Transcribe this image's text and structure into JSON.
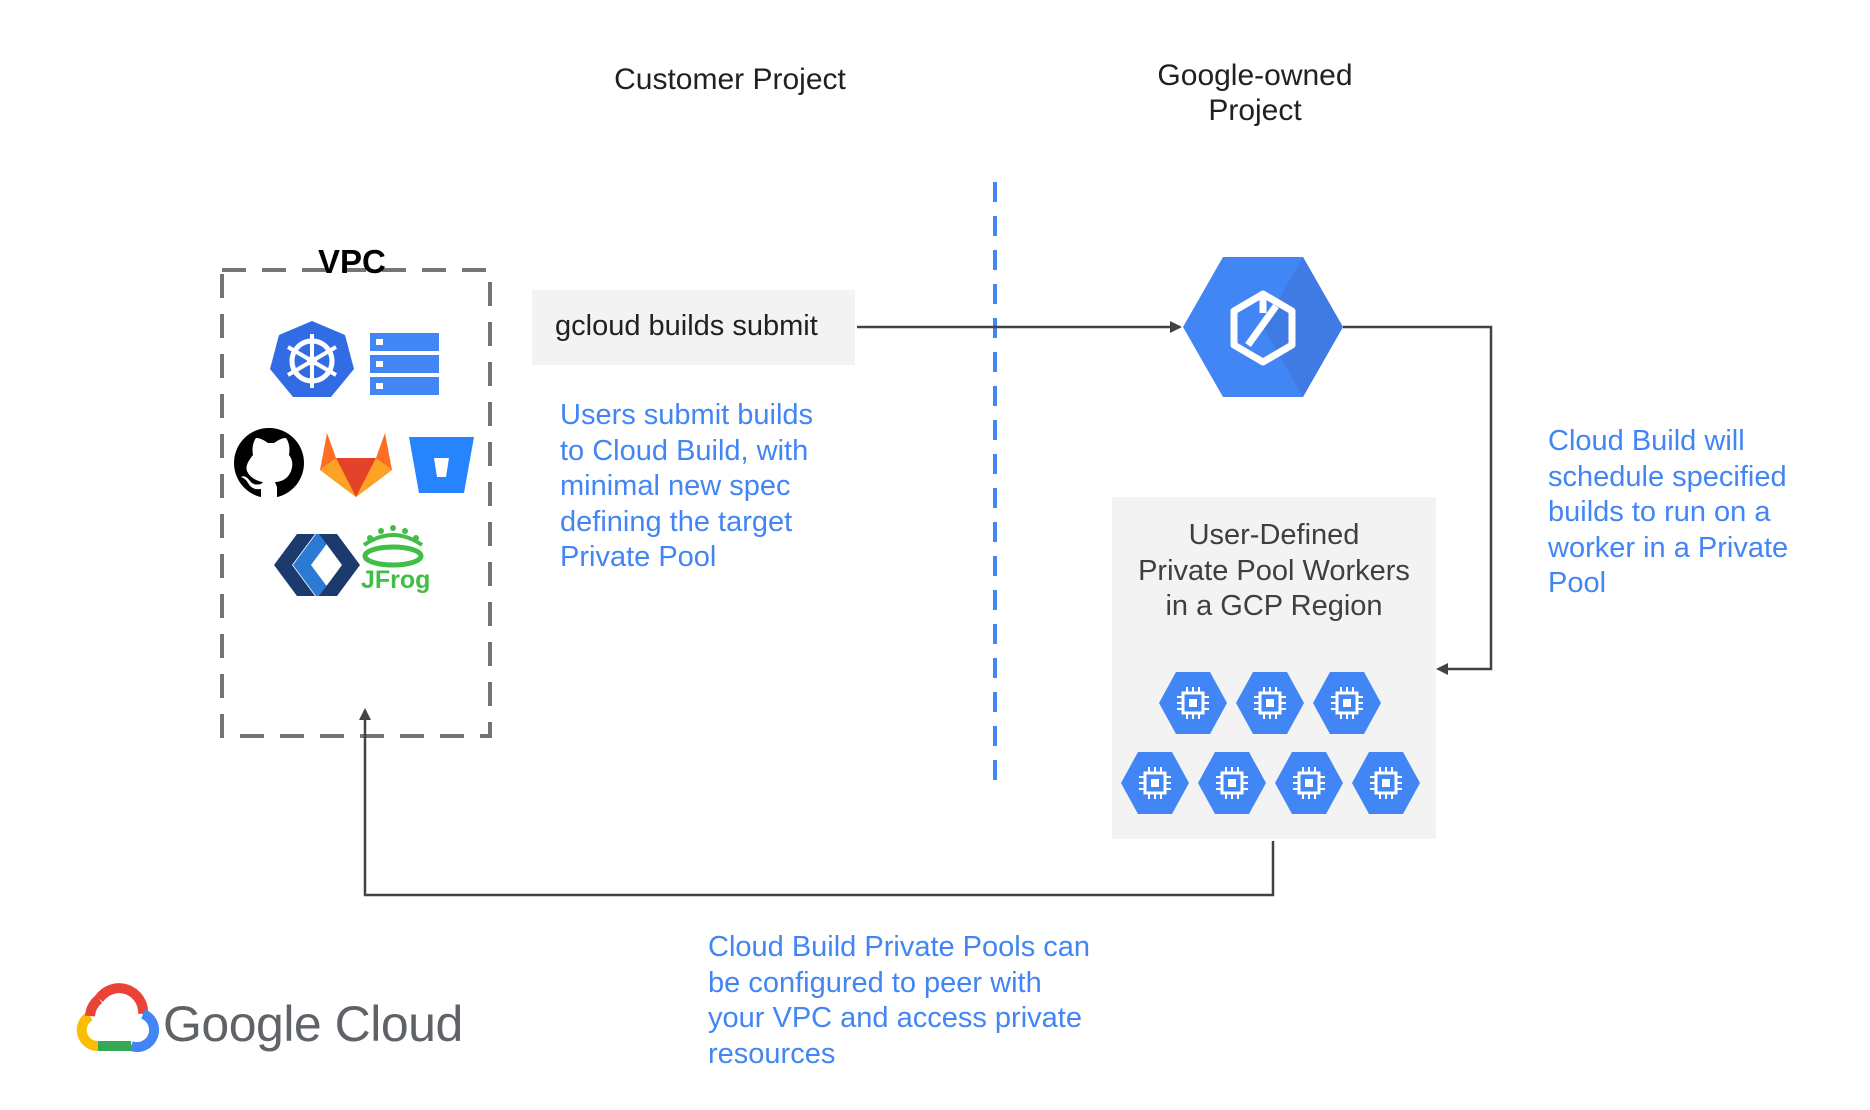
{
  "headings": {
    "customer_project": "Customer Project",
    "google_project_line1": "Google-owned",
    "google_project_line2": "Project"
  },
  "vpc": {
    "title": "VPC",
    "icons": [
      "kubernetes-icon",
      "storage-list-icon",
      "github-icon",
      "gitlab-icon",
      "bitbucket-icon",
      "kanban-icon",
      "jfrog-icon"
    ],
    "jfrog_label": "JFrog"
  },
  "command": {
    "text": "gcloud builds submit"
  },
  "notes": {
    "submit": [
      "Users submit builds",
      "to Cloud Build, with",
      "minimal new spec",
      "defining the target",
      "Private Pool"
    ],
    "schedule": [
      "Cloud Build will",
      "schedule specified",
      "builds to run on a",
      "worker in a Private",
      "Pool"
    ],
    "peer": [
      "Cloud Build Private Pools can",
      "be configured to peer with",
      "your VPC and access private",
      "resources"
    ]
  },
  "pool": {
    "title_lines": [
      "User-Defined",
      "Private Pool Workers",
      "in a GCP Region"
    ],
    "worker_count": 7
  },
  "brand": {
    "name": "Google Cloud"
  },
  "colors": {
    "google_blue": "#4285f4",
    "cloud_build_blue": "#4285f4",
    "dark_blue_shade": "#3b6fcf",
    "arrow": "#424242",
    "dashed_border": "#757575",
    "box_fill": "#f3f3f3",
    "gitlab_orange": "#fc6d26",
    "jfrog_green": "#40be46"
  }
}
